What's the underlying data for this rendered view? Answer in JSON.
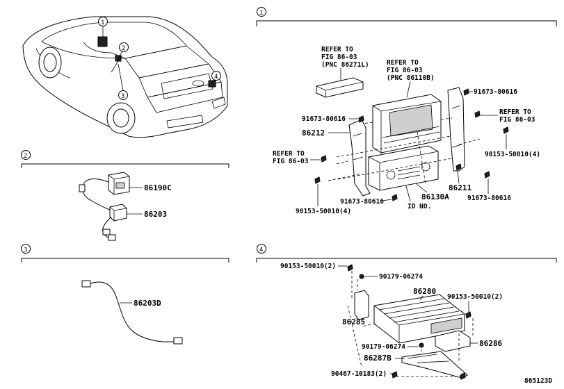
{
  "callouts": {
    "c1": "1",
    "c2": "2",
    "c3": "3",
    "c4": "4"
  },
  "section1": {
    "refer_86271L": [
      "REFER TO",
      "FIG 86-03",
      "(PNC 86271L)"
    ],
    "refer_86110B": [
      "REFER TO",
      "FIG 86-03",
      "(PNC 86110B)"
    ],
    "refer_right": [
      "REFER TO",
      "FIG 86-03"
    ],
    "refer_left": [
      "REFER TO",
      "FIG 86-03"
    ],
    "p_91673_tr": "91673-80616",
    "p_91673_tl": "91673-80616",
    "p_86212": "86212",
    "p_90153_r": "90153-50010(4)",
    "p_86211": "86211",
    "p_86130A": "86130A",
    "p_id_no": "ID NO.",
    "p_91673_bm": "91673-80616",
    "p_91673_br": "91673-80616",
    "p_90153_bl": "90153-50010(4)"
  },
  "section2": {
    "p_86190C": "86190C",
    "p_86203": "86203"
  },
  "section3": {
    "p_86203D": "86203D"
  },
  "section4": {
    "p_90153_tl": "90153-50010(2)",
    "p_90179_t": "90179-06274",
    "p_86280": "86280",
    "p_90153_r": "90153-50010(2)",
    "p_86285": "86285",
    "p_90179_b": "90179-06274",
    "p_86286": "86286",
    "p_86287B": "86287B",
    "p_90467": "90467-10183(2)"
  },
  "figure_id": "865123D"
}
